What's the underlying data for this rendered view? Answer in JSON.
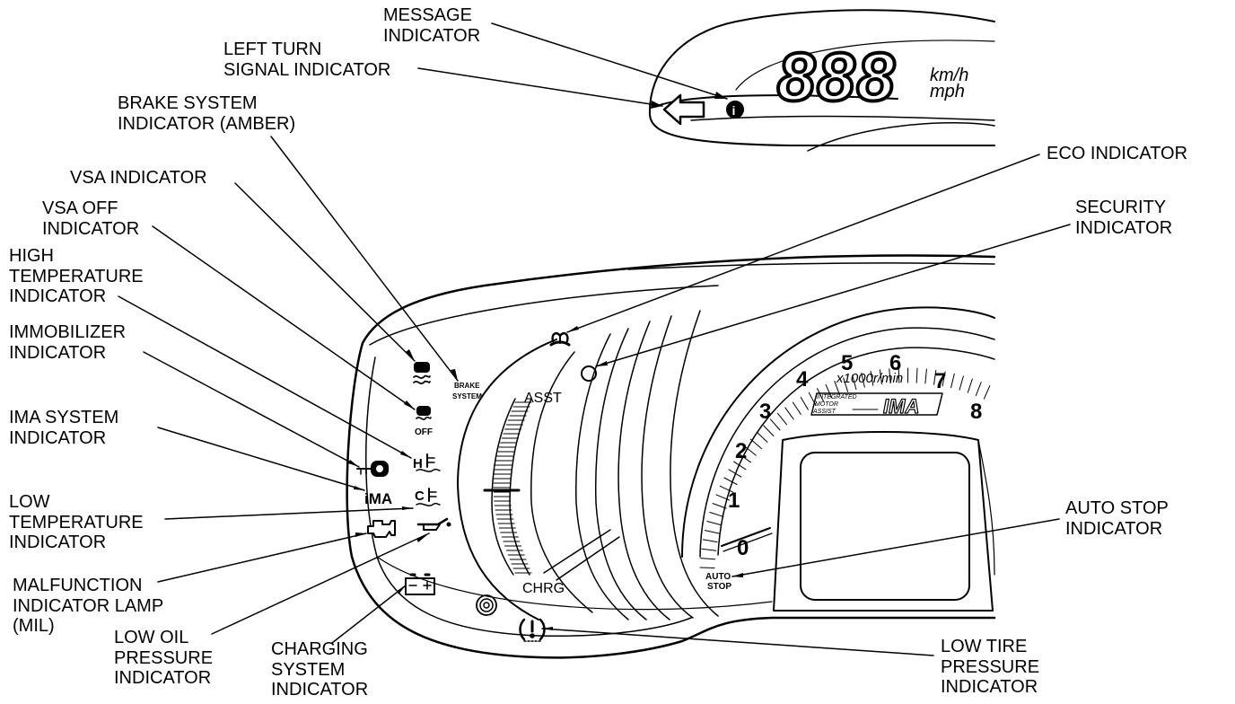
{
  "colors": {
    "ink": "#000000",
    "paper": "#ffffff"
  },
  "labels": {
    "message": [
      "MESSAGE",
      "INDICATOR"
    ],
    "left_turn": [
      "LEFT TURN",
      "SIGNAL INDICATOR"
    ],
    "brake": [
      "BRAKE SYSTEM",
      "INDICATOR (AMBER)"
    ],
    "vsa": [
      "VSA INDICATOR"
    ],
    "vsa_off": [
      "VSA OFF",
      "INDICATOR"
    ],
    "high_temp": [
      "HIGH",
      "TEMPERATURE",
      "INDICATOR"
    ],
    "immobilizer": [
      "IMMOBILIZER",
      "INDICATOR"
    ],
    "ima_system": [
      "IMA SYSTEM",
      "INDICATOR"
    ],
    "low_temp": [
      "LOW",
      "TEMPERATURE",
      "INDICATOR"
    ],
    "mil": [
      "MALFUNCTION",
      "INDICATOR LAMP",
      "(MIL)"
    ],
    "low_oil": [
      "LOW OIL",
      "PRESSURE",
      "INDICATOR"
    ],
    "charging": [
      "CHARGING",
      "SYSTEM",
      "INDICATOR"
    ],
    "low_tire": [
      "LOW TIRE",
      "PRESSURE",
      "INDICATOR"
    ],
    "auto_stop": [
      "AUTO STOP",
      "INDICATOR"
    ],
    "security": [
      "SECURITY",
      "INDICATOR"
    ],
    "eco": [
      "ECO INDICATOR"
    ]
  },
  "speed_display": {
    "digits": "888",
    "unit_kmh": "km/h",
    "unit_mph": "mph"
  },
  "tach": {
    "numbers": [
      "0",
      "1",
      "2",
      "3",
      "4",
      "5",
      "6",
      "7",
      "8"
    ],
    "multiplier": "x1000r/min",
    "badge_lines": [
      "INTEGRATED",
      "MOTOR",
      "ASSIST"
    ],
    "badge_logo": "IMA"
  },
  "gauge": {
    "assist": "ASST",
    "charge": "CHRG"
  },
  "panel_text": {
    "brake_icon_lines": [
      "BRAKE",
      "SYSTEM"
    ],
    "off": "OFF",
    "ima": "iMA",
    "hot": "H",
    "cold": "C",
    "auto_stop_lines": [
      "AUTO",
      "STOP"
    ]
  }
}
